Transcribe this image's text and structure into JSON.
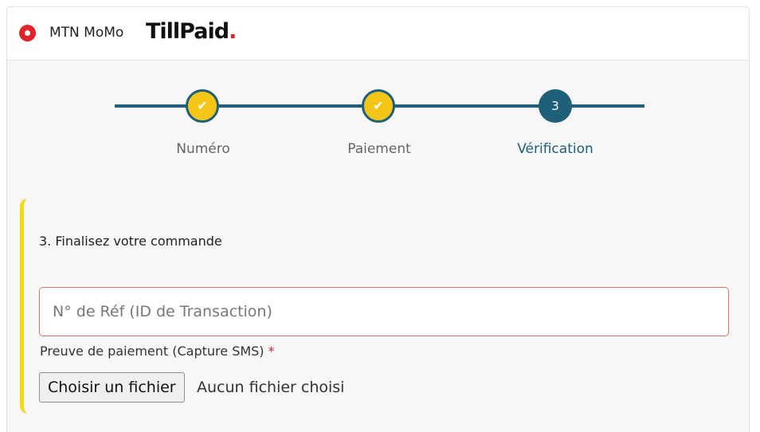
{
  "payment_method": {
    "label": "MTN MoMo",
    "logo_text": "TillPaid",
    "logo_dot": ".",
    "selected": true,
    "radio_color": "#e0242b"
  },
  "stepper": {
    "steps": [
      {
        "label": "Numéro",
        "state": "done",
        "mark": "✔"
      },
      {
        "label": "Paiement",
        "state": "done",
        "mark": "✔"
      },
      {
        "label": "Vérification",
        "state": "active",
        "mark": "3"
      }
    ],
    "track_color": "#1e5f7a",
    "done_color": "#f5c518"
  },
  "form": {
    "title": "3. Finalisez votre commande",
    "ref_placeholder": "N° de Réf (ID de Transaction)",
    "ref_value": "",
    "proof_label": "Preuve de paiement (Capture SMS)",
    "required_mark": "*",
    "file_button_label": "Choisir un fichier",
    "file_status": "Aucun fichier choisi",
    "accent_color": "#f5d90a"
  }
}
